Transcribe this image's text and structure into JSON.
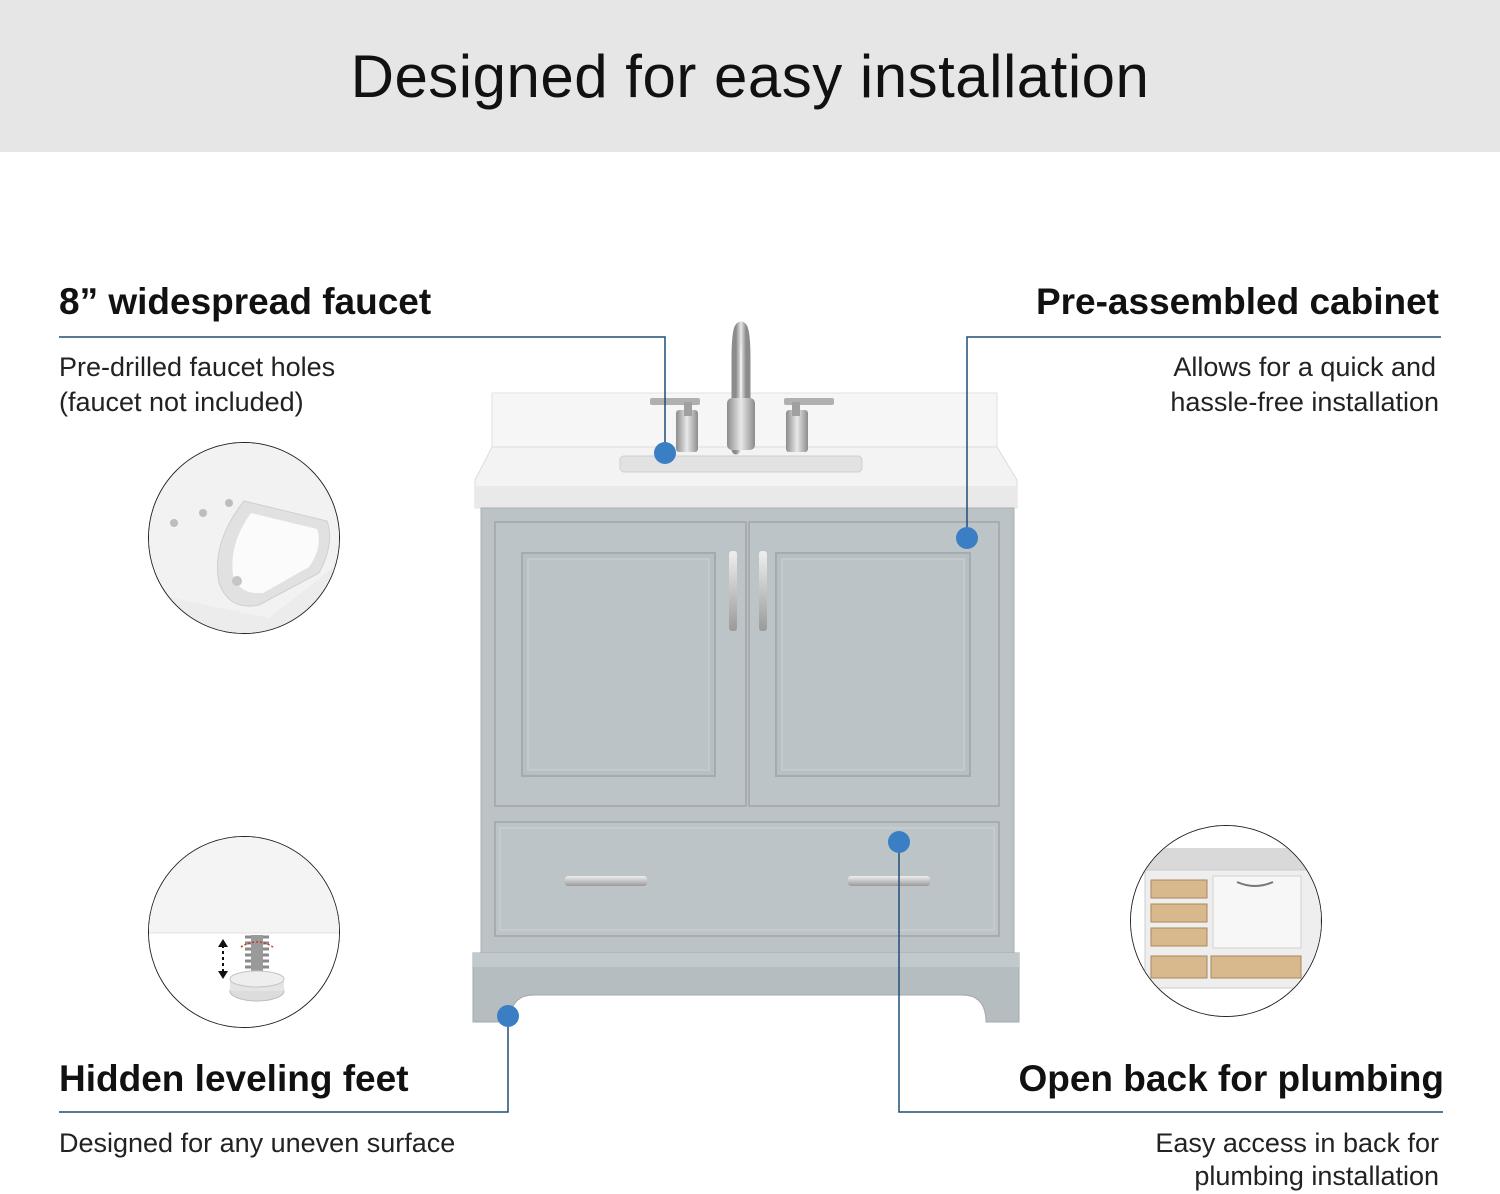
{
  "header": {
    "title": "Designed for easy installation"
  },
  "features": {
    "faucet": {
      "title": "8” widespread faucet",
      "desc_1": "Pre-drilled faucet holes",
      "desc_2": "(faucet not included)"
    },
    "cabinet": {
      "title": "Pre-assembled cabinet",
      "desc_1": "Allows for  a quick and",
      "desc_2": "hassle-free installation"
    },
    "feet": {
      "title": "Hidden leveling feet",
      "desc_1": "Designed for any uneven surface"
    },
    "plumbing": {
      "title": "Open back for plumbing",
      "desc_1": "Easy access in back for",
      "desc_2": "plumbing installation"
    }
  },
  "colors": {
    "callout_line": "#1f4e79",
    "callout_dot": "#3a7fc4",
    "cabinet_gray": "#bcc3c6",
    "countertop": "#f4f4f4"
  }
}
